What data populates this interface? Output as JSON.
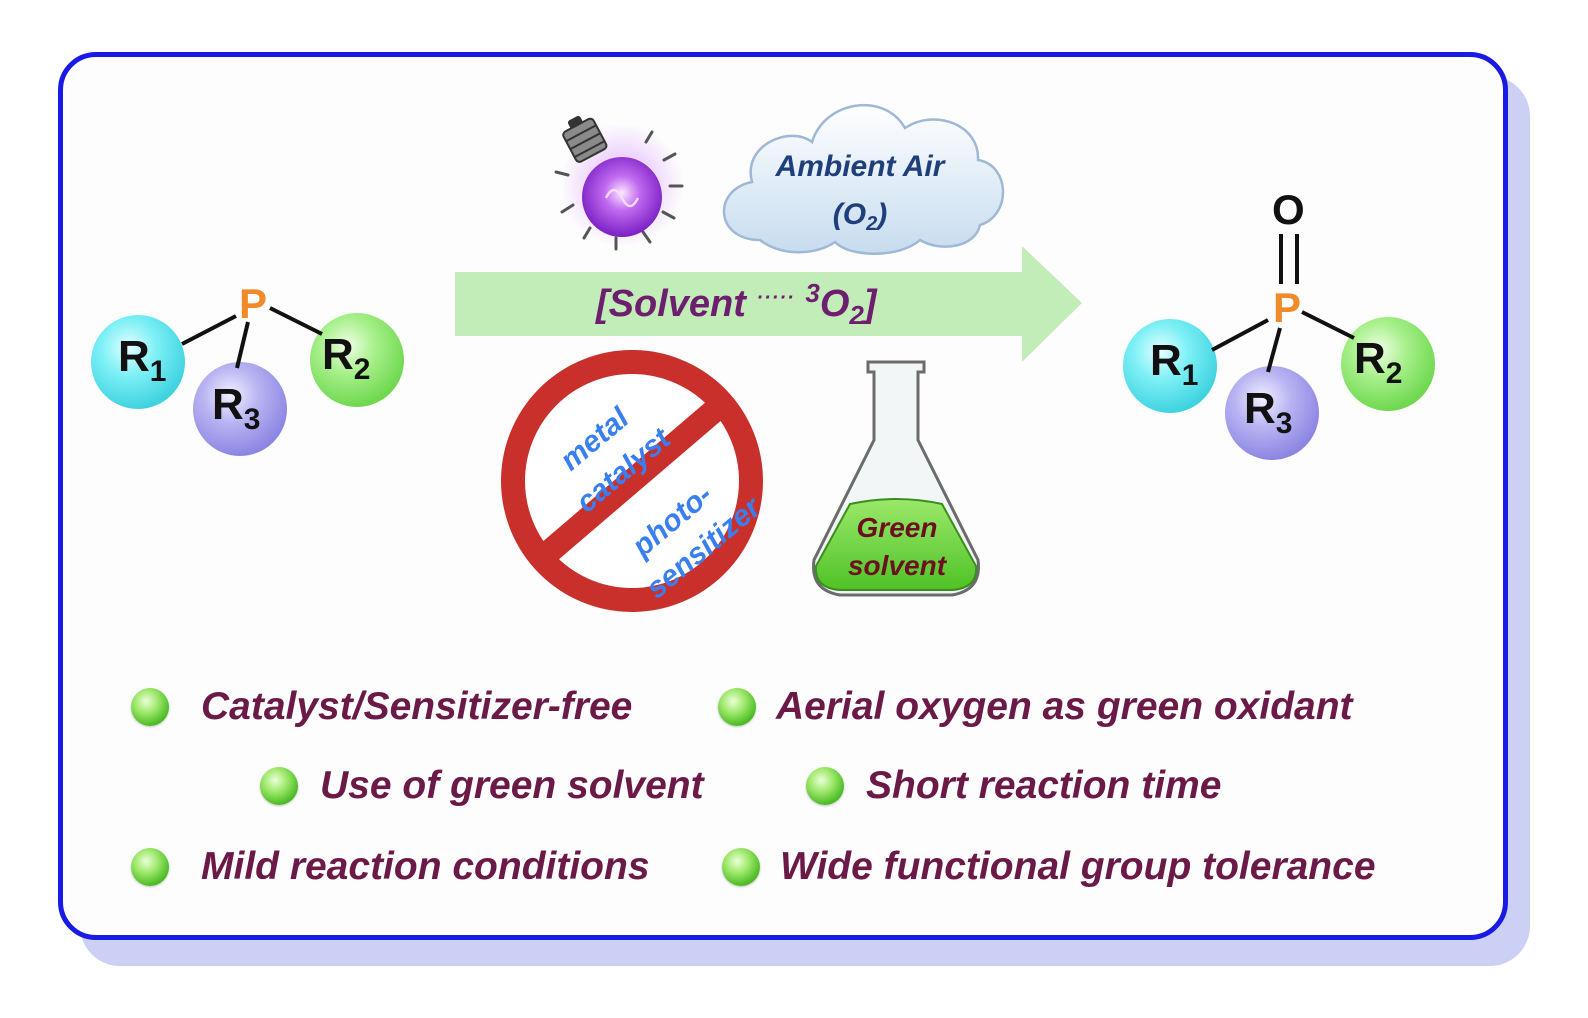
{
  "reactant": {
    "center_atom": "P",
    "substituents": [
      {
        "label": "R",
        "index": "1"
      },
      {
        "label": "R",
        "index": "2"
      },
      {
        "label": "R",
        "index": "3"
      }
    ]
  },
  "product": {
    "center_atom": "P",
    "oxo_atom": "O",
    "substituents": [
      {
        "label": "R",
        "index": "1"
      },
      {
        "label": "R",
        "index": "2"
      },
      {
        "label": "R",
        "index": "3"
      }
    ]
  },
  "arrow": {
    "label_prefix": "[Solvent ",
    "label_dots": "·····",
    "label_sup": "3",
    "label_species": "O",
    "label_sub": "2",
    "label_suffix": "]"
  },
  "cloud": {
    "line1": "Ambient Air",
    "line2_prefix": "(O",
    "line2_sub": "2",
    "line2_suffix": ")"
  },
  "no_sign": {
    "line1": "metal",
    "line2": "catalyst",
    "line3": "photo-",
    "line4": "sensitizer"
  },
  "flask": {
    "line1": "Green",
    "line2": "solvent"
  },
  "features": [
    "Catalyst/Sensitizer-free",
    "Aerial oxygen as green oxidant",
    "Use of green solvent",
    "Short reaction time",
    "Mild reaction conditions",
    "Wide functional group tolerance"
  ],
  "colors": {
    "frame_border": "#1a1ae6",
    "phosphorus": "#f08a2a",
    "r1_ball": "#5fe6f0",
    "r2_ball": "#8ee870",
    "r3_ball": "#a9a6ef",
    "arrow_fill": "#c2edb9",
    "feature_text": "#6b1a48",
    "no_sign_red": "#c9302c",
    "no_sign_text": "#3a7ff0"
  }
}
